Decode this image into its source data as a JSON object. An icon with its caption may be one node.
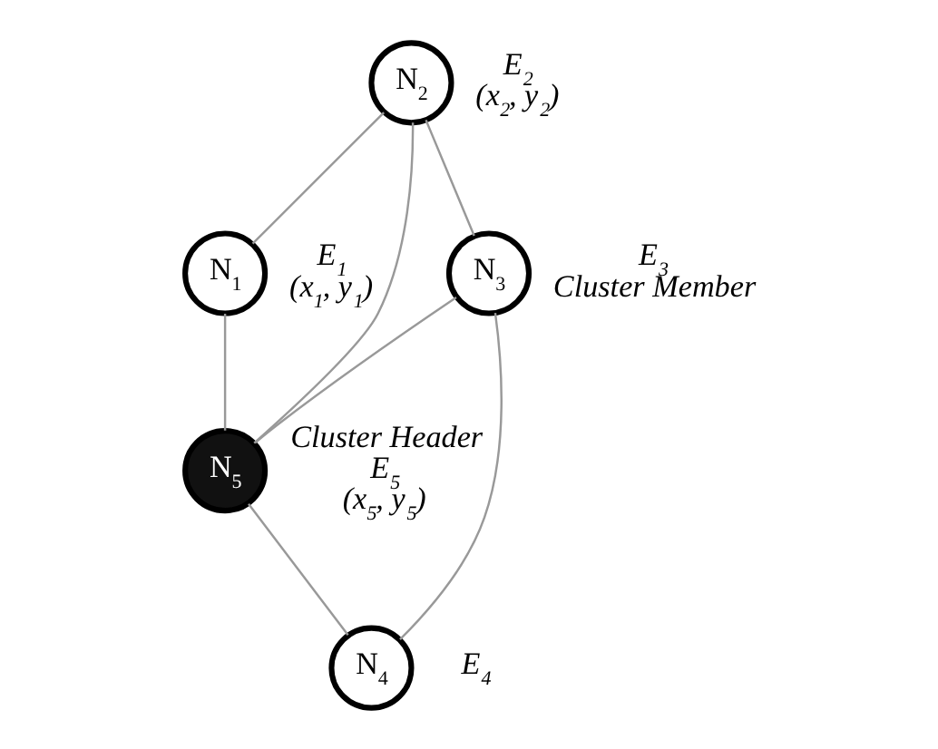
{
  "diagram": {
    "nodes": [
      {
        "text": [
          "N$_{2}$"
        ],
        "beside": [
          "E$_{2}$",
          "(x$_{2}$, y$_{2}$)"
        ]
      },
      {
        "text": [
          "N$_{3}$"
        ],
        "beside": [
          "E$_{3}$",
          "Cluster Member"
        ]
      },
      {
        "text": [
          "N$_{1}$"
        ],
        "beside": [
          "E$_{1}$",
          "(x$_{1}$, y$_{1}$)"
        ]
      },
      {
        "text": [
          "N$_{5}$"
        ],
        "beside": [
          "Cluster Header",
          "E$_{5}$",
          "(x$_{5}$, y$_{5}$)"
        ]
      },
      {
        "text": [
          "N$_{4}$"
        ],
        "beside": [
          "E$_{4}$"
        ]
      }
    ],
    "edges": [
      {
        "from": 0,
        "to": 2,
        "arrow": "none"
      },
      {
        "from": 0,
        "to": 1,
        "arrow": "none"
      },
      {
        "from": 0,
        "to": 3,
        "arrow": "none"
      },
      {
        "from": 2,
        "to": 3,
        "arrow": "none"
      },
      {
        "from": 1,
        "to": 3,
        "arrow": "none"
      },
      {
        "from": 1,
        "to": 4,
        "arrow": "none"
      },
      {
        "from": 3,
        "to": 4,
        "arrow": "none"
      }
    ]
  }
}
